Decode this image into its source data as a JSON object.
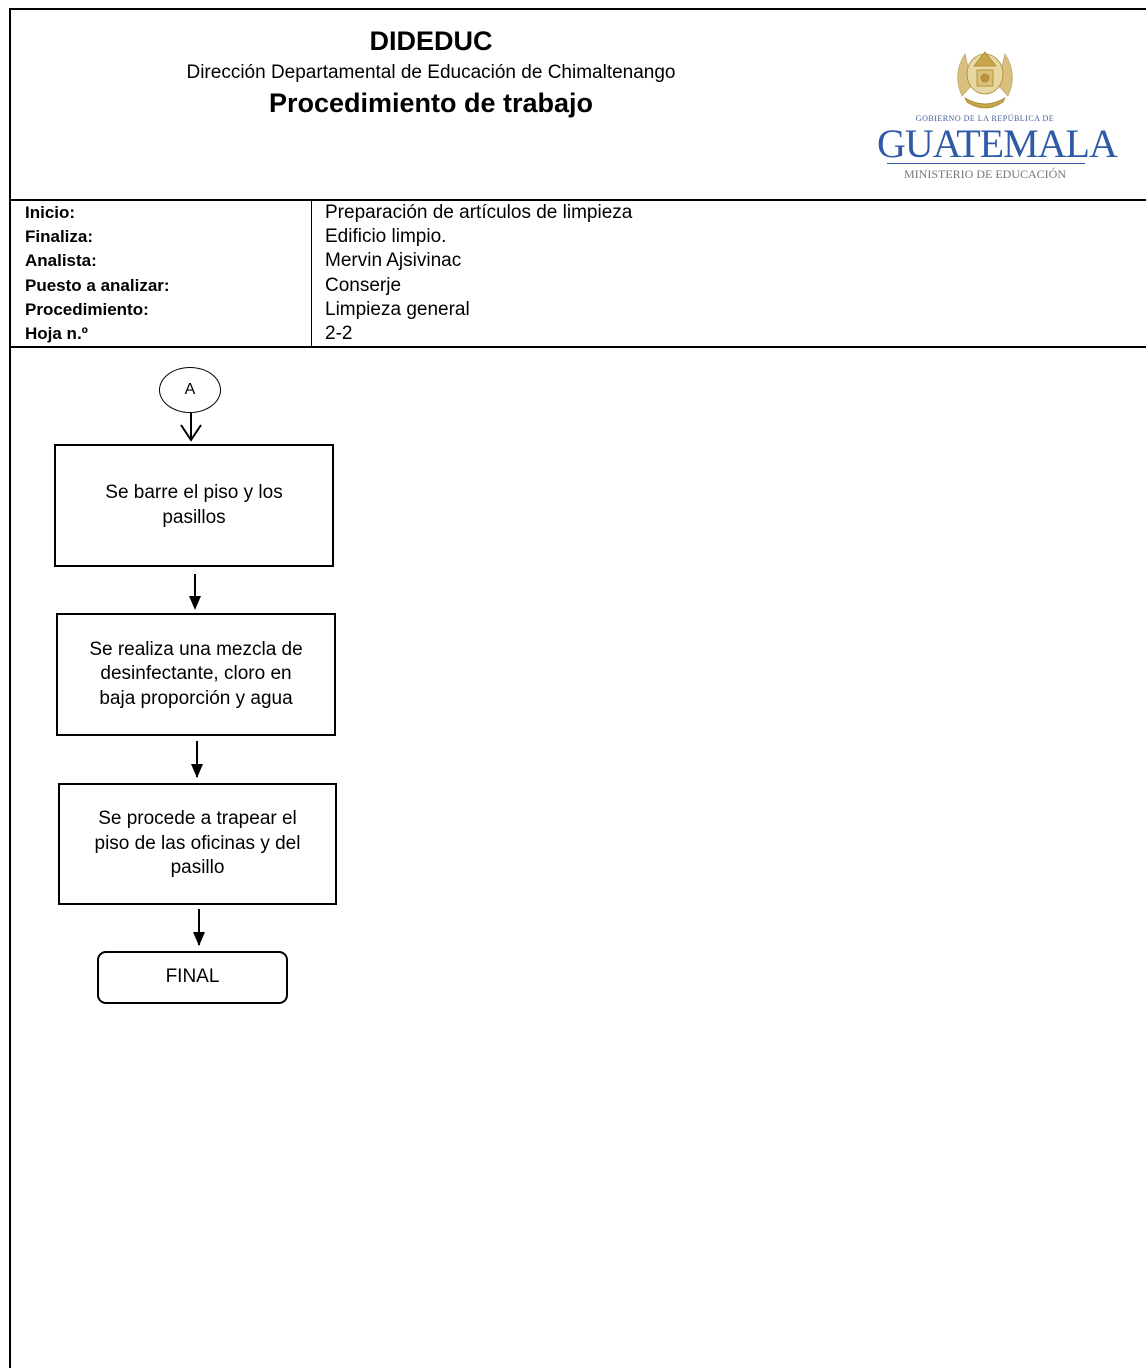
{
  "header": {
    "org_name": "DIDEDUC",
    "org_full": "Dirección Departamental de Educación de Chimaltenango",
    "doc_title": "Procedimiento de trabajo",
    "logo": {
      "top_line": "GOBIERNO DE LA REPÚBLICA DE",
      "country": "GUATEMALA",
      "ministry": "MINISTERIO DE EDUCACIÓN",
      "emblem_icon": "coat-of-arms-icon"
    }
  },
  "info": [
    {
      "label": "Inicio:",
      "value": "Preparación de artículos de limpieza"
    },
    {
      "label": "Finaliza:",
      "value": "Edificio limpio."
    },
    {
      "label": "Analista:",
      "value": "Mervin Ajsivinac"
    },
    {
      "label": "Puesto a analizar:",
      "value": "Conserje"
    },
    {
      "label": "Procedimiento:",
      "value": "Limpieza general"
    },
    {
      "label": "Hoja n.º",
      "value": "2-2"
    }
  ],
  "flow": {
    "connector": "A",
    "steps": [
      "Se barre el piso y los pasillos",
      "Se realiza una mezcla de desinfectante, cloro en baja proporción y agua",
      "Se procede a trapear el piso de las oficinas y del pasillo"
    ],
    "end": "FINAL"
  },
  "colors": {
    "logo_blue": "#2f5aa8",
    "emblem_gold": "#c9a64a"
  }
}
